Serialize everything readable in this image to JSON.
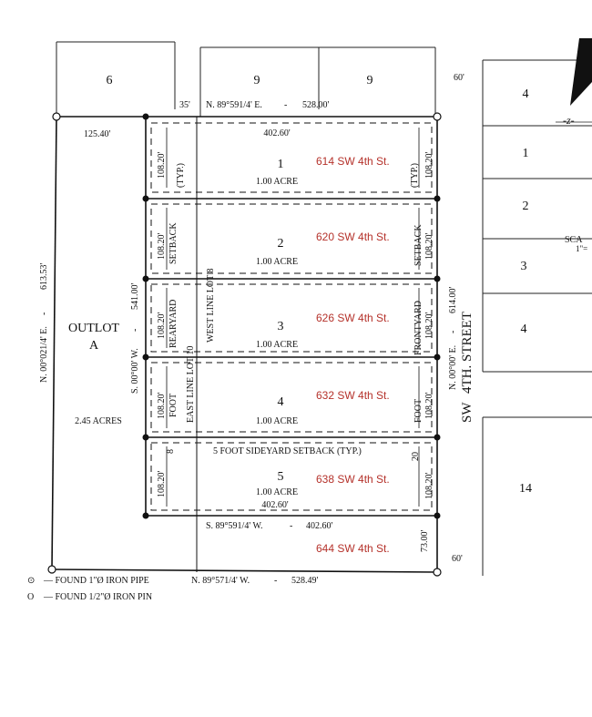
{
  "adjacent": {
    "north_lot_left": "6",
    "north_lot_mid": "9",
    "north_lot_right": "9",
    "east_lots": [
      "4",
      "1",
      "2",
      "3",
      "4"
    ],
    "east_lot_bottom": "14",
    "row_width_top": "60'",
    "row_width_bottom": "60'"
  },
  "bearings": {
    "north_offset": "35'",
    "north_line": "N. 89°591/4' E.",
    "north_line_dist": "528.00'",
    "top_lots_width": "402.60'",
    "outlot_top_width": "125.40'",
    "south_line": "N. 89°571/4' W.",
    "south_line_dist": "528.49'",
    "lot5_south_line": "S. 89°591/4' W.",
    "lot5_south_dist": "402.60'",
    "lot5_width": "402.60'",
    "west_line": "N. 00°021/4' E.",
    "west_line_dist": "613.53'",
    "inner_west_line": "S. 00°00' W.",
    "inner_west_dist": "541.00'",
    "east_line": "N. 00°00' E.",
    "east_line_dist": "614.00'",
    "south_gap": "73.00'",
    "side_setback_num": "20"
  },
  "lots": [
    {
      "num": "1",
      "area": "1.00 ACRE",
      "address": "614 SW 4th St.",
      "depth": "108.20'"
    },
    {
      "num": "2",
      "area": "1.00 ACRE",
      "address": "620 SW 4th St.",
      "depth": "108.20'"
    },
    {
      "num": "3",
      "area": "1.00 ACRE",
      "address": "626 SW 4th St.",
      "depth": "108.20'"
    },
    {
      "num": "4",
      "area": "1.00 ACRE",
      "address": "632 SW 4th St.",
      "depth": "108.20'"
    },
    {
      "num": "5",
      "area": "1.00 ACRE",
      "address": "638 SW 4th St.",
      "depth": "108.20'"
    }
  ],
  "outlot": {
    "name": "OUTLOT",
    "letter": "A",
    "area": "2.45 ACRES"
  },
  "extra_address": "644 SW 4th St.",
  "labels": {
    "typ": "(TYP.)",
    "setback": "SETBACK",
    "rearyard": "REARYARD",
    "foot": "FOOT",
    "frontyard": "FRONTYARD",
    "west_line_lot": "WEST LINE LOT 8",
    "east_line_lot": "EAST LINE LOT 10",
    "eight": "8",
    "sideyard": "5 FOOT SIDEYARD SETBACK (TYP.)",
    "street_sw": "SW",
    "street_name": "4TH. STREET",
    "scale_fragment": "SCA",
    "scale_fragment2": "1\"="
  },
  "legend": [
    {
      "symbol": "⊙",
      "text": "— FOUND 1\"Ø IRON PIPE"
    },
    {
      "symbol": "O",
      "text": "— FOUND 1/2\"Ø IRON PIN"
    }
  ]
}
